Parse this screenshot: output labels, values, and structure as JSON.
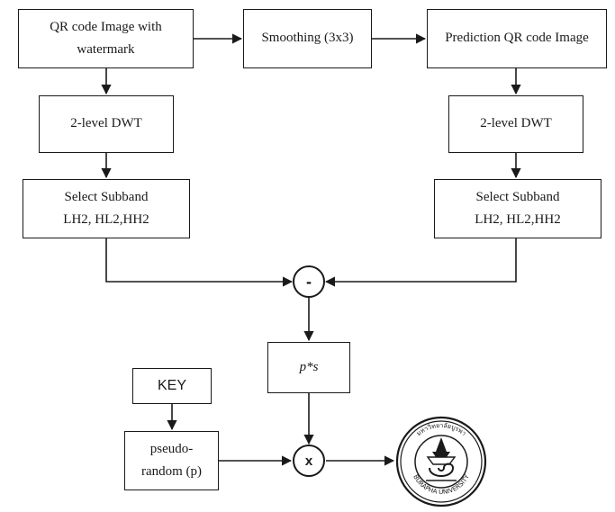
{
  "nodes": {
    "qr_watermark": [
      "QR code Image with",
      "watermark"
    ],
    "smoothing": "Smoothing (3x3)",
    "prediction": "Prediction QR code Image",
    "dwt_left": "2-level DWT",
    "dwt_right": "2-level DWT",
    "subband_left": [
      "Select Subband",
      "LH2, HL2,HH2"
    ],
    "subband_right": [
      "Select Subband",
      "LH2, HL2,HH2"
    ],
    "minus_op": "-",
    "ps": "p*s",
    "key": "KEY",
    "pseudo_random": [
      "pseudo-",
      "random (p)"
    ],
    "times_op": "x"
  },
  "seal": {
    "top_text": "มหาวิทยาลัยบูรพา",
    "bottom_text": "BURAPHA UNIVERSITY"
  },
  "edges": [
    {
      "from": "qr_watermark",
      "to": "smoothing"
    },
    {
      "from": "smoothing",
      "to": "prediction"
    },
    {
      "from": "qr_watermark",
      "to": "dwt_left"
    },
    {
      "from": "prediction",
      "to": "dwt_right"
    },
    {
      "from": "dwt_left",
      "to": "subband_left"
    },
    {
      "from": "dwt_right",
      "to": "subband_right"
    },
    {
      "from": "subband_left",
      "to": "minus_op"
    },
    {
      "from": "subband_right",
      "to": "minus_op"
    },
    {
      "from": "minus_op",
      "to": "ps"
    },
    {
      "from": "ps",
      "to": "times_op"
    },
    {
      "from": "key",
      "to": "pseudo_random"
    },
    {
      "from": "pseudo_random",
      "to": "times_op"
    },
    {
      "from": "times_op",
      "to": "seal"
    }
  ]
}
